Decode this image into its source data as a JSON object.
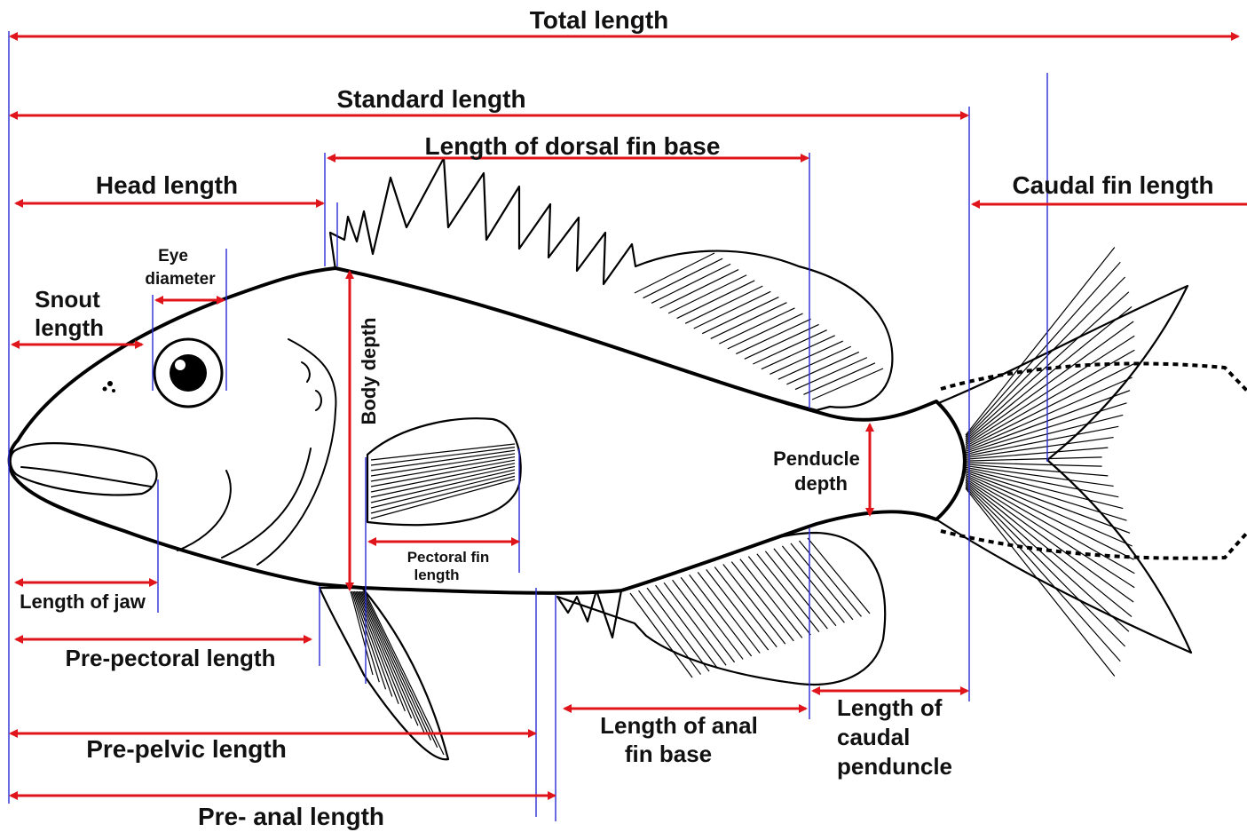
{
  "colors": {
    "arrow": "#e0141b",
    "guide": "#2a2ad6",
    "outline": "#000000"
  },
  "labels": {
    "total_length": "Total length",
    "standard_length": "Standard length",
    "dorsal_fin_base": "Length of dorsal fin base",
    "head_length": "Head length",
    "caudal_fin_length": "Caudal fin length",
    "eye_line1": "Eye",
    "eye_line2": "diameter",
    "snout_line1": "Snout",
    "snout_line2": "length",
    "body_depth": "Body depth",
    "pectoral_line1": "Pectoral fin",
    "pectoral_line2": "length",
    "penducle_line1": "Penducle",
    "penducle_line2": "depth",
    "jaw": "Length of jaw",
    "pre_pectoral": "Pre-pectoral length",
    "pre_pelvic": "Pre-pelvic length",
    "pre_anal": "Pre- anal length",
    "anal_line1": "Length of anal",
    "anal_line2": "fin base",
    "caudal_ped_line1": "Length of",
    "caudal_ped_line2": "caudal",
    "caudal_ped_line3": "pendunc­le"
  }
}
